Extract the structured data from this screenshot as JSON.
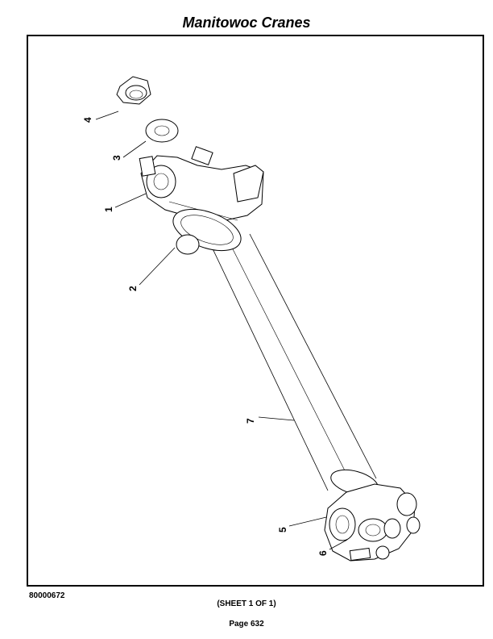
{
  "header": {
    "title": "Manitowoc Cranes"
  },
  "diagram": {
    "callouts": {
      "c1": "1",
      "c2": "2",
      "c3": "3",
      "c4": "4",
      "c5": "5",
      "c6": "6",
      "c7": "7"
    }
  },
  "footer": {
    "doc_number": "80000672",
    "sheet": "(SHEET 1 OF 1)",
    "page": "Page 632"
  }
}
